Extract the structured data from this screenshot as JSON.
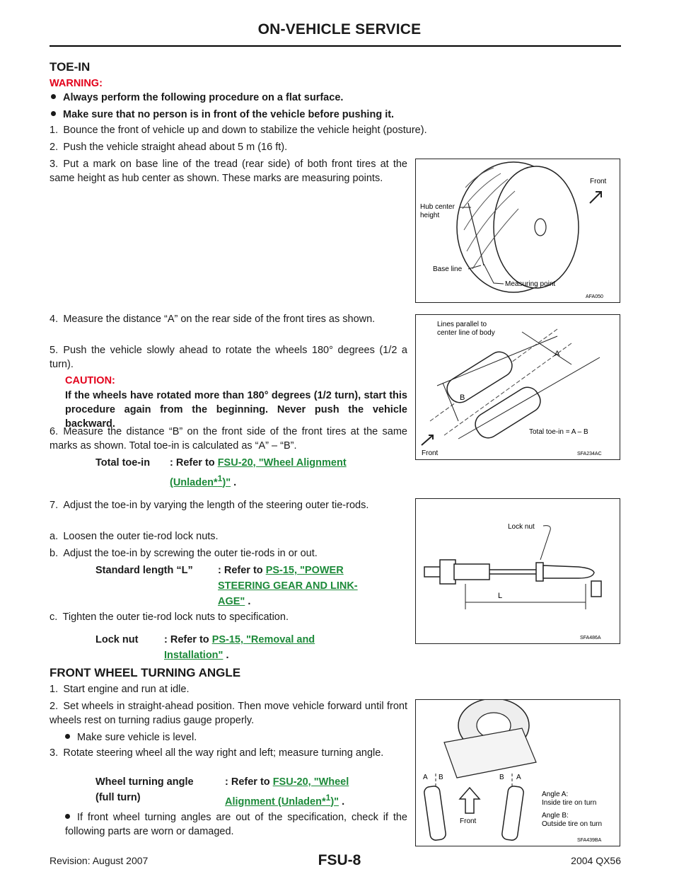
{
  "header": {
    "title": "ON-VEHICLE SERVICE"
  },
  "toe_in": {
    "heading": "TOE-IN",
    "warning_label": "WARNING:",
    "warnings": [
      "Always perform the following procedure on a flat surface.",
      "Make sure that no person is in front of the vehicle before pushing it."
    ],
    "step1": "1. Bounce the front of vehicle up and down to stabilize the vehicle height (posture).",
    "step2": "2. Push the vehicle straight ahead about 5 m (16 ft).",
    "step3": "3. Put a mark on base line of the tread (rear side) of both front tires at the same height as hub center as shown. These marks are measuring points.",
    "step4": "4. Measure the distance “A” on the rear side of the front tires as shown.",
    "step5": "5. Push the vehicle slowly ahead to rotate the wheels 180° degrees (1/2 a turn).",
    "caution_label": "CAUTION:",
    "caution_text": "If the wheels have rotated more than 180° degrees (1/2 turn), start this procedure again from the beginning. Never push the vehicle backward.",
    "step6": "6. Measure the distance “B” on the front side of the front tires at the same marks as shown. Total toe-in is calculated as “A” – “B”.",
    "spec1_label": "Total toe-in",
    "spec1_prefix": ": Refer to",
    "spec1_link_a": "FSU-20, \"Wheel Alignment ",
    "spec1_link_b": "(Unladen*",
    "spec1_sup": "1",
    "spec1_link_c": ")\"",
    "spec1_end": ".",
    "step7": "7. Adjust the toe-in by varying the length of the steering outer tie-rods.",
    "step7a": "a. Loosen the outer tie-rod lock nuts.",
    "step7b": "b. Adjust the toe-in by screwing the outer tie-rods in or out.",
    "spec2_label": "Standard length “L”",
    "spec2_prefix": ": Refer to",
    "spec2_link_a": "PS-15, \"POWER ",
    "spec2_link_b": "STEERING GEAR AND LINK-",
    "spec2_link_c": "AGE\"",
    "spec2_end": ".",
    "step7c": "c. Tighten the outer tie-rod lock nuts to specification.",
    "spec3_label": "Lock nut",
    "spec3_prefix": ": Refer to",
    "spec3_link_a": "PS-15, \"Removal and ",
    "spec3_link_b": "Installation\"",
    "spec3_end": "."
  },
  "turning": {
    "heading": "FRONT WHEEL TURNING ANGLE",
    "step1": "1. Start engine and run at idle.",
    "step2": "2. Set wheels in straight-ahead position. Then move vehicle forward until front wheels rest on turning radius gauge properly.",
    "bullet1": "Make sure vehicle is level.",
    "step3": "3. Rotate steering wheel all the way right and left; measure turning angle.",
    "spec_label_a": "Wheel turning angle",
    "spec_label_b": "(full turn)",
    "spec_prefix": ": Refer to",
    "spec_link_a": "FSU-20, \"Wheel ",
    "spec_link_b": "Alignment (Unladen*",
    "spec_sup": "1",
    "spec_link_c": ")\"",
    "spec_end": ".",
    "bullet2": "If front wheel turning angles are out of the specification, check if the following parts are worn or damaged."
  },
  "figures": {
    "fig1": {
      "id": "AFA050",
      "front": "Front",
      "hub_a": "Hub center",
      "hub_b": "height",
      "base": "Base line",
      "measuring": "Measuring point"
    },
    "fig2": {
      "id": "SFA234AC",
      "lines_a": "Lines parallel to",
      "lines_b": "center line of body",
      "a": "A",
      "b": "B",
      "total": "Total toe-in = A – B",
      "front": "Front"
    },
    "fig3": {
      "id": "SFA486A",
      "lock": "Lock nut",
      "l": "L"
    },
    "fig4": {
      "id": "SFA439BA",
      "a1": "A",
      "b1": "B",
      "b2": "B",
      "a2": "A",
      "front": "Front",
      "angle_a": "Angle A:",
      "inside": "Inside tire on turn",
      "angle_b": "Angle B:",
      "outside": "Outside tire on turn"
    }
  },
  "footer": {
    "revision": "Revision: August 2007",
    "page": "FSU-8",
    "model": "2004 QX56"
  }
}
